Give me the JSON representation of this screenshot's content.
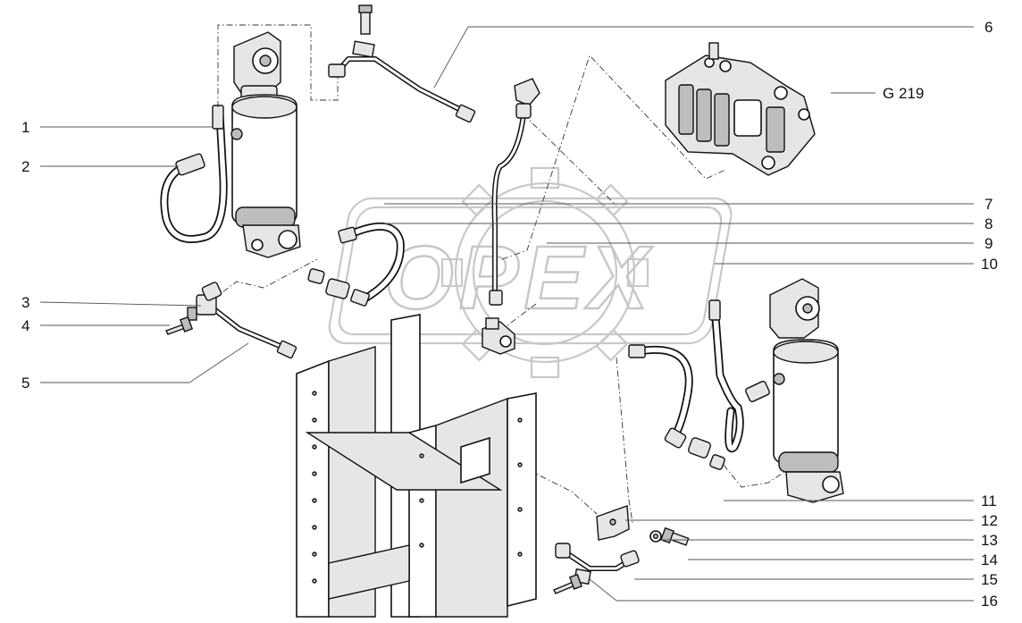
{
  "watermark": {
    "text": "OPEX"
  },
  "callouts": {
    "c1": "1",
    "c2": "2",
    "c3": "3",
    "c4": "4",
    "c5": "5",
    "c6": "6",
    "c7": "7",
    "c8": "8",
    "c9": "9",
    "c10": "10",
    "c11": "11",
    "c12": "12",
    "c13": "13",
    "c14": "14",
    "c15": "15",
    "c16": "16",
    "ref": "G 219"
  }
}
